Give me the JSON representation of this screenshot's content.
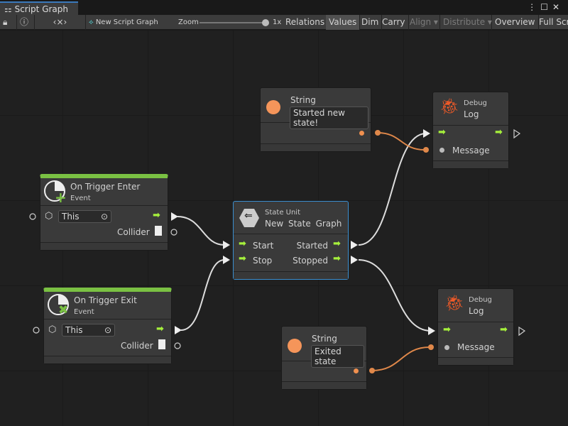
{
  "window": {
    "tab_title": "Script Graph"
  },
  "toolbar": {
    "graph_name": "New Script Graph",
    "zoom_label": "Zoom",
    "zoom_value": "1x",
    "zoom_level": 1.0,
    "buttons": [
      "Relations",
      "Values",
      "Dim",
      "Carry",
      "Align",
      "Distribute",
      "Overview",
      "Full Scr"
    ]
  },
  "nodes": {
    "string1": {
      "title": "String",
      "value": "Started new state!"
    },
    "debug1": {
      "category": "Debug",
      "title": "Log",
      "message": "Message"
    },
    "enter": {
      "title": "On Trigger Enter",
      "subtitle": "Event",
      "target": "This",
      "output": "Collider"
    },
    "state": {
      "category": "State Unit",
      "title": "New State Graph",
      "in1": "Start",
      "in2": "Stop",
      "out1": "Started",
      "out2": "Stopped"
    },
    "exit": {
      "title": "On Trigger Exit",
      "subtitle": "Event",
      "target": "This",
      "output": "Collider"
    },
    "debug2": {
      "category": "Debug",
      "title": "Log",
      "message": "Message"
    },
    "string2": {
      "title": "String",
      "value": "Exited state"
    }
  },
  "colors": {
    "accent": "#3a79bb",
    "flow": "#a6f03c",
    "string": "#f0904f",
    "event": "#7ac143",
    "debug": "#f05a28"
  }
}
